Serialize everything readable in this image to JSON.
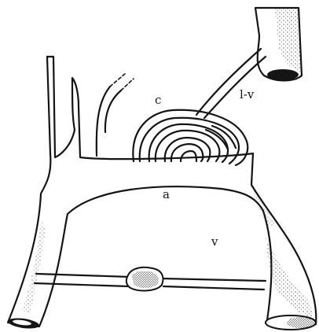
{
  "labels": {
    "capillaries": "c",
    "artery": "a",
    "vein": "v",
    "lymph_vessel": "l-v"
  },
  "colors": {
    "ink": "#141414",
    "background": "#ffffff"
  }
}
